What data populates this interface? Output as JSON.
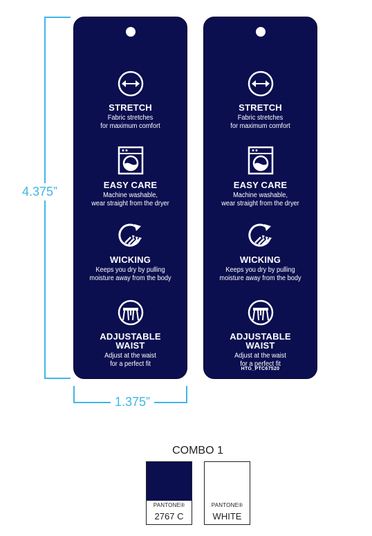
{
  "dimensions": {
    "height": "4.375”",
    "width": "1.375”"
  },
  "tags": [
    {
      "features": [
        {
          "icon": "stretch-arrows-icon",
          "title": "STRETCH",
          "line1": "Fabric stretches",
          "line2": "for maximum comfort"
        },
        {
          "icon": "washing-machine-icon",
          "title": "EASY CARE",
          "line1": "Machine washable,",
          "line2": "wear straight from the dryer"
        },
        {
          "icon": "wicking-swirl-icon",
          "title": "WICKING",
          "line1": "Keeps you dry by pulling",
          "line2": "moisture away from the body"
        },
        {
          "icon": "adjustable-waist-icon",
          "title": "ADJUSTABLE",
          "title2": "WAIST",
          "line1": "Adjust at the waist",
          "line2": "for a perfect fit"
        }
      ],
      "code": ""
    },
    {
      "features": [
        {
          "icon": "stretch-arrows-icon",
          "title": "STRETCH",
          "line1": "Fabric stretches",
          "line2": "for maximum comfort"
        },
        {
          "icon": "washing-machine-icon",
          "title": "EASY CARE",
          "line1": "Machine washable,",
          "line2": "wear straight from the dryer"
        },
        {
          "icon": "wicking-swirl-icon",
          "title": "WICKING",
          "line1": "Keeps you dry by pulling",
          "line2": "moisture away from the body"
        },
        {
          "icon": "adjustable-waist-icon",
          "title": "ADJUSTABLE",
          "title2": "WAIST",
          "line1": "Adjust at the waist",
          "line2": "for a perfect fit"
        }
      ],
      "code": "HTG_PTC67520"
    }
  ],
  "combo": {
    "title": "COMBO 1",
    "swatches": [
      {
        "brand": "PANTONE®",
        "code": "2767 C",
        "color": "#0b0e4f"
      },
      {
        "brand": "PANTONE®",
        "code": "WHITE",
        "color": "#ffffff"
      }
    ]
  },
  "colors": {
    "tag": "#0b0e4f",
    "dimension": "#41b6e6"
  }
}
